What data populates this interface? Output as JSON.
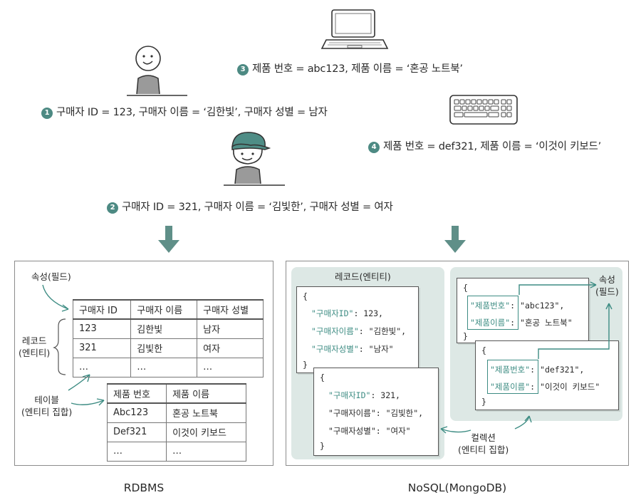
{
  "statements": [
    {
      "num": "1",
      "text": "구매자 ID = 123, 구매자 이름 = ‘김한빛’, 구매자 성별 = 남자"
    },
    {
      "num": "2",
      "text": "구매자 ID = 321, 구매자 이름 = ‘김빛한’, 구매자 성별 = 여자"
    },
    {
      "num": "3",
      "text": "제품 번호 = abc123, 제품 이름 = ‘혼공 노트북’"
    },
    {
      "num": "4",
      "text": "제품 번호 = def321, 제품 이름 = ‘이것이 키보드’"
    }
  ],
  "rdbms": {
    "caption": "RDBMS",
    "attribute_label": "속성(필드)",
    "record_label_1": "레코드",
    "record_label_2": "(엔티티)",
    "table_label_1": "테이블",
    "table_label_2": "(엔티티 집합)",
    "buyers": {
      "headers": [
        "구매자 ID",
        "구매자 이름",
        "구매자 성별"
      ],
      "rows": [
        [
          "123",
          "김한빛",
          "남자"
        ],
        [
          "321",
          "김빛한",
          "여자"
        ],
        [
          "…",
          "…",
          "…"
        ]
      ]
    },
    "products": {
      "headers": [
        "제품 번호",
        "제품 이름"
      ],
      "rows": [
        [
          "Abc123",
          "혼공 노트북"
        ],
        [
          "Def321",
          "이것이 키보드"
        ],
        [
          "…",
          "…"
        ]
      ]
    }
  },
  "nosql": {
    "caption": "NoSQL(MongoDB)",
    "record_label": "레코드(엔티티)",
    "attribute_label_1": "속성",
    "attribute_label_2": "(필드)",
    "collection_label_1": "컬렉션",
    "collection_label_2": "(엔티티 집합)",
    "doc1": {
      "open": "{",
      "close": "}",
      "lines": [
        {
          "key": "\"구매자ID\"",
          "val": ": 123,"
        },
        {
          "key": "\"구매자이름\"",
          "val": ": \"김한빛\","
        },
        {
          "key": "\"구매자성별\"",
          "val": ": \"남자\""
        }
      ]
    },
    "doc2": {
      "open": "{",
      "close": "}",
      "lines": [
        {
          "key": "\"구매자ID\"",
          "val": ": 321,"
        },
        {
          "key": "\"구매자이름\"",
          "val": ": \"김빛한\","
        },
        {
          "key": "\"구매자성별\"",
          "val": ": \"여자\""
        }
      ]
    },
    "doc3": {
      "open": "{",
      "close": "}",
      "lines": [
        {
          "key": "\"제품번호\"",
          "val": ": \"abc123\","
        },
        {
          "key": "\"제품이름\"",
          "val": ": \"혼공 노트북\""
        }
      ]
    },
    "doc4": {
      "open": "{",
      "close": "}",
      "lines": [
        {
          "key": "\"제품번호\"",
          "val": ": \"def321\","
        },
        {
          "key": "\"제품이름\"",
          "val": ": \"이것이 키보드\""
        }
      ]
    }
  },
  "colors": {
    "accent": "#3d8c83",
    "panel_fill": "#dde8e5",
    "arrow": "#5f8f88"
  }
}
